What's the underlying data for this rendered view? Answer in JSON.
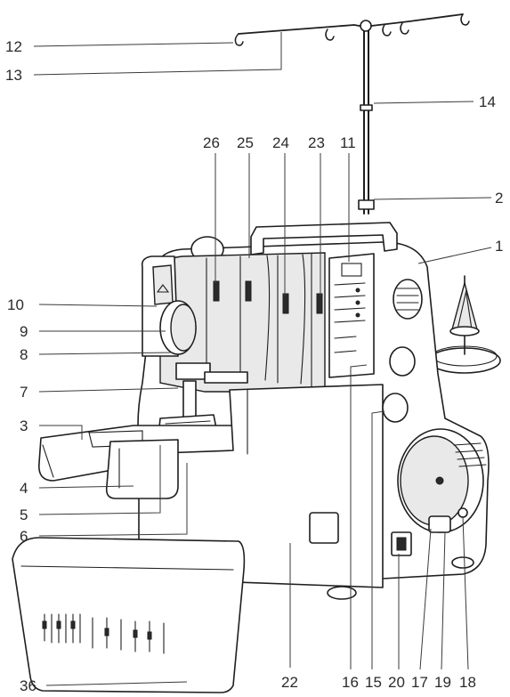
{
  "callouts": {
    "c1": "1",
    "c2": "2",
    "c3": "3",
    "c4": "4",
    "c5": "5",
    "c6": "6",
    "c7": "7",
    "c8": "8",
    "c9": "9",
    "c10": "10",
    "c11": "11",
    "c12": "12",
    "c13": "13",
    "c14": "14",
    "c15": "15",
    "c16": "16",
    "c17": "17",
    "c18": "18",
    "c19": "19",
    "c20": "20",
    "c22": "22",
    "c23": "23",
    "c24": "24",
    "c25": "25",
    "c26": "26",
    "c36": "36"
  },
  "colors": {
    "ink": "#1e1e1e",
    "paper": "#ffffff",
    "shade": "#e9e9e9"
  }
}
